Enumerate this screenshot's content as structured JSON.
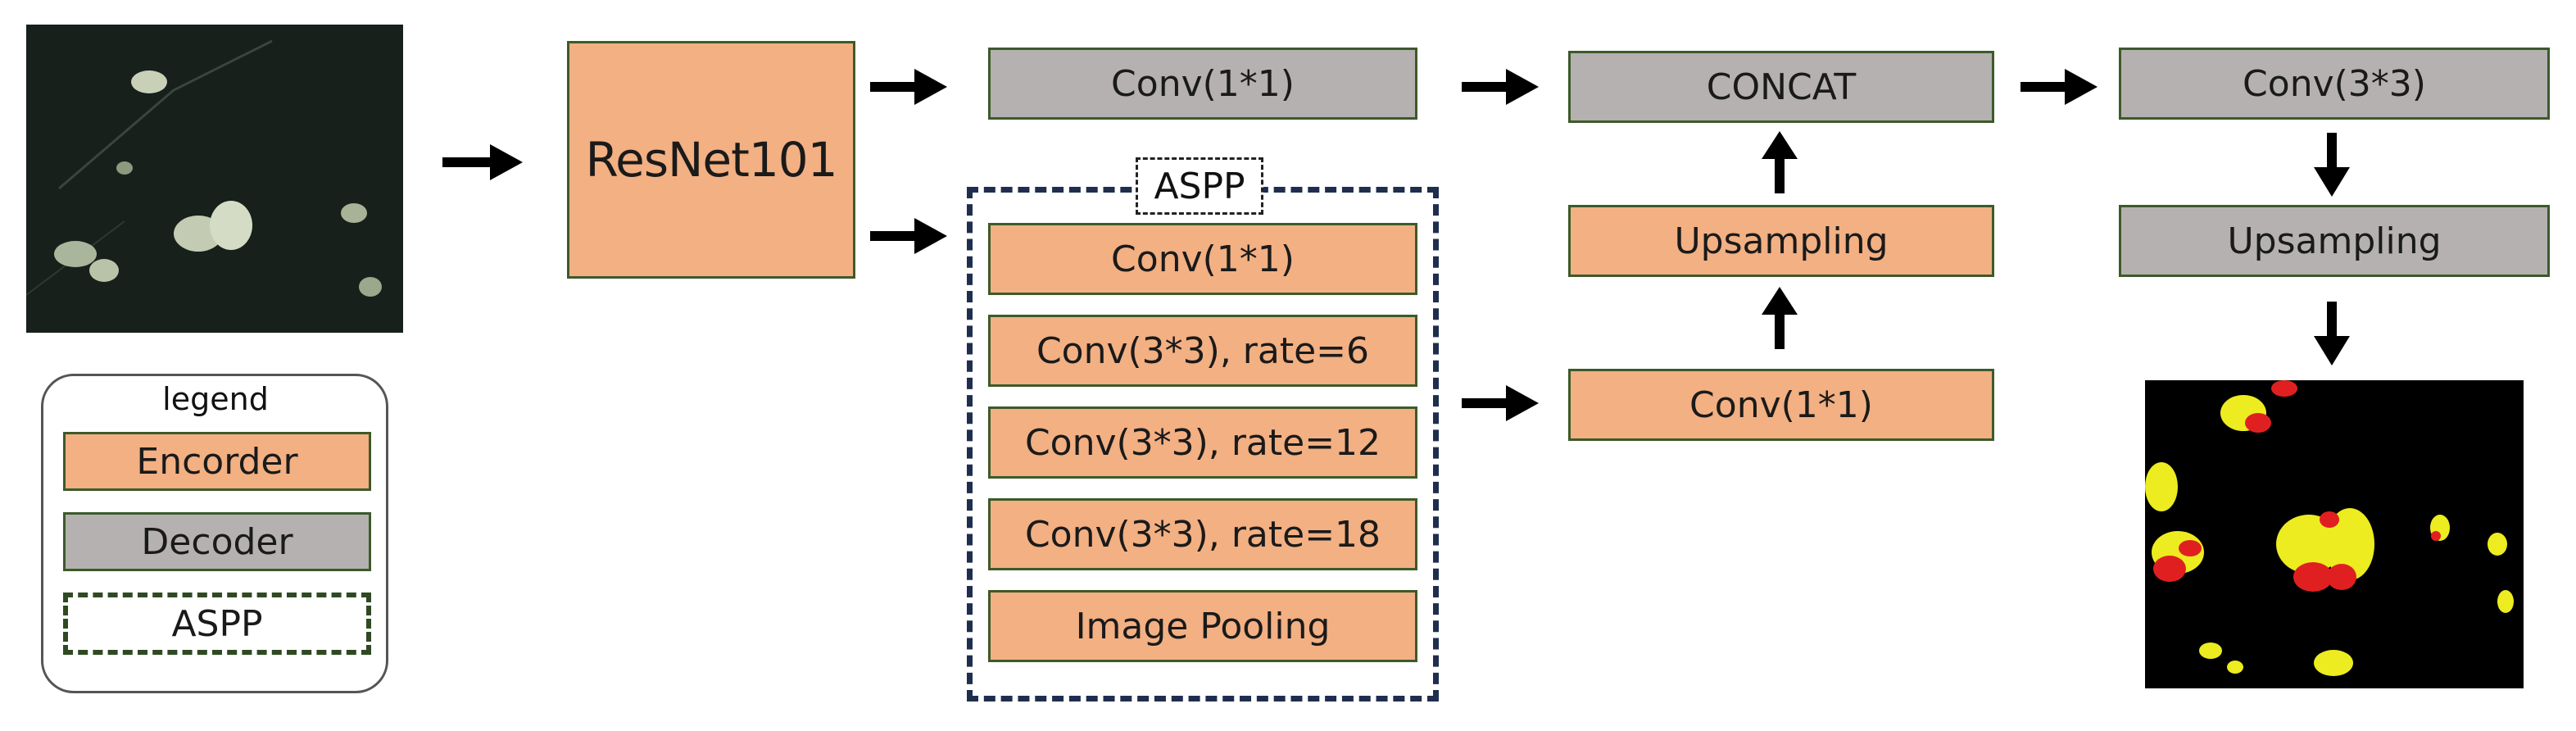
{
  "input": {
    "label": ""
  },
  "backbone": {
    "label": "ResNet101"
  },
  "decoder_top": {
    "conv1": "Conv(1*1)"
  },
  "aspp": {
    "tag": "ASPP",
    "branches": [
      "Conv(1*1)",
      "Conv(3*3), rate=6",
      "Conv(3*3), rate=12",
      "Conv(3*3), rate=18",
      "Image Pooling"
    ]
  },
  "middle": {
    "concat": "CONCAT",
    "upsampling": "Upsampling",
    "conv1": "Conv(1*1)"
  },
  "right": {
    "conv3": "Conv(3*3)",
    "upsampling": "Upsampling"
  },
  "legend": {
    "title": "legend",
    "encoder": "Encorder",
    "decoder": "Decoder",
    "aspp": "ASPP"
  },
  "colors": {
    "encoder": "#f2b083",
    "decoder": "#b4b1b0",
    "aspp_border": "#1f2d4f",
    "legend_aspp_border": "#2f4a22"
  }
}
